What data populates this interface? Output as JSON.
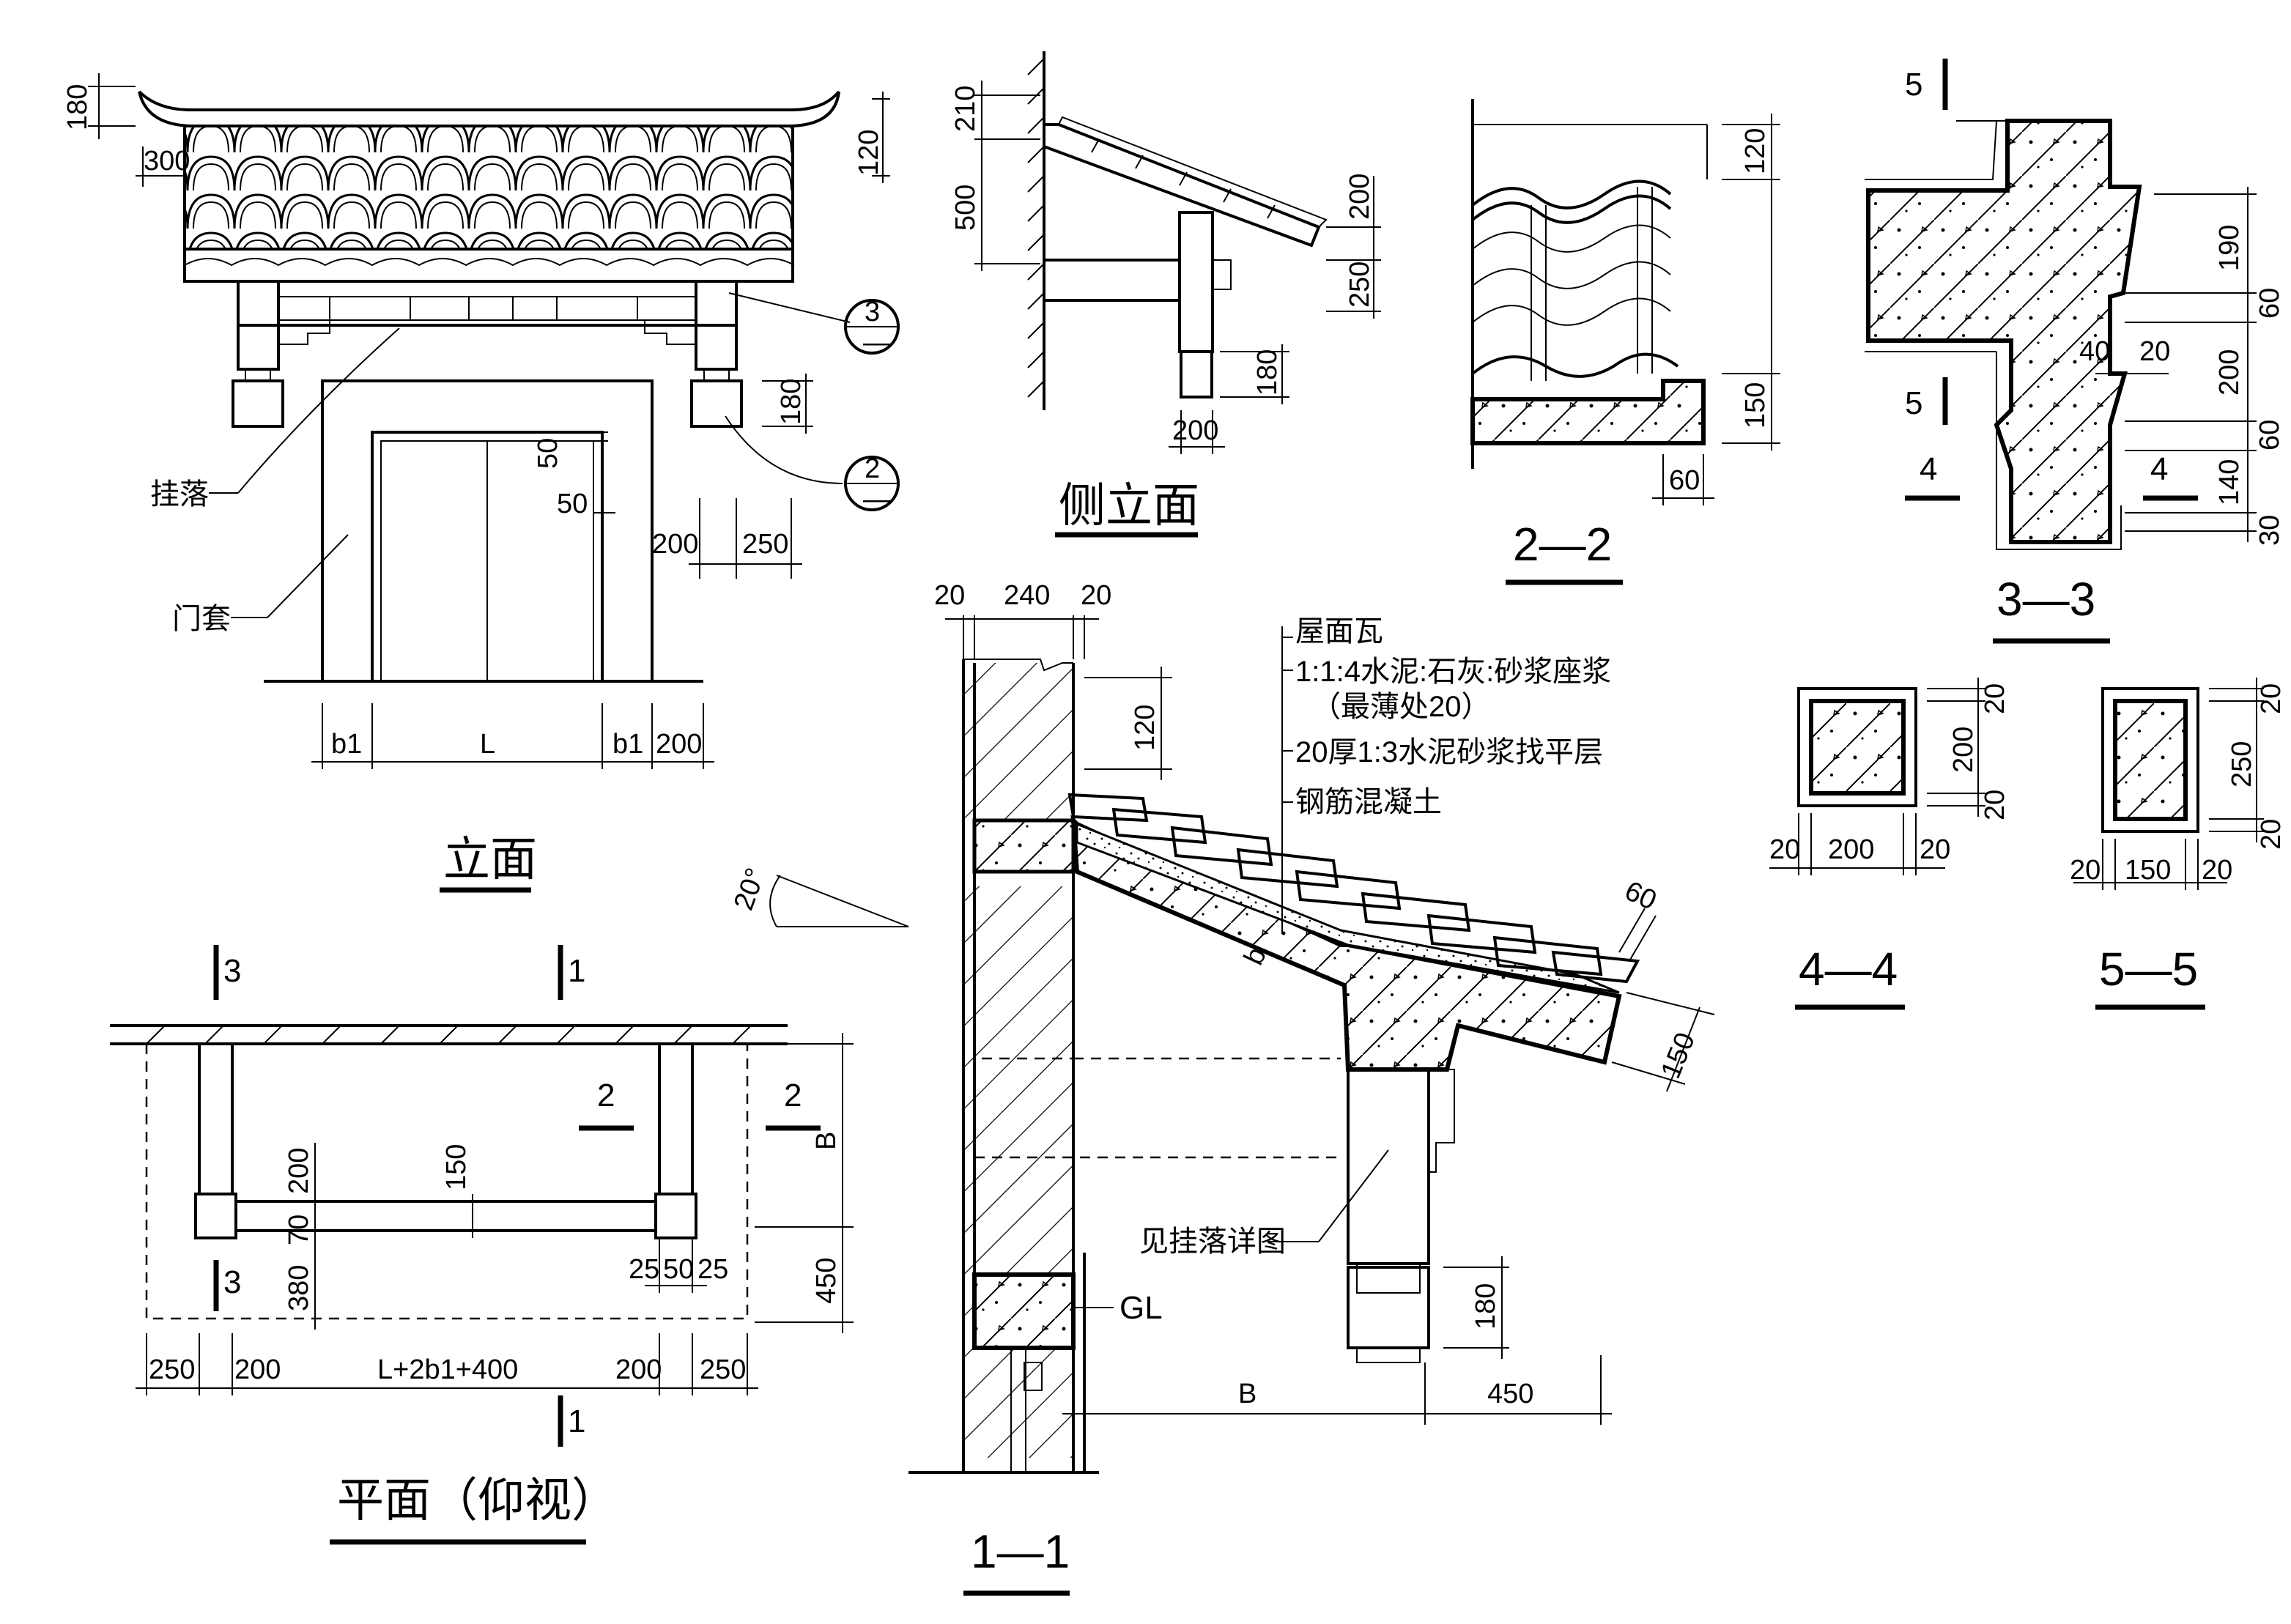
{
  "elevation": {
    "title": "立面",
    "dims": {
      "d180": "180",
      "d300": "300",
      "d120": "120",
      "d180b": "180",
      "d50a": "50",
      "d50b": "50",
      "d200": "200",
      "d250": "250",
      "b1a": "b1",
      "L": "L",
      "b1b": "b1",
      "d200b": "200"
    },
    "labels": {
      "hanging": "挂落",
      "door_frame": "门套"
    },
    "callouts": [
      {
        "num": "3",
        "sub": "—"
      },
      {
        "num": "2",
        "sub": "—"
      }
    ]
  },
  "side_elevation": {
    "title": "侧立面",
    "dims": {
      "d210": "210",
      "d500": "500",
      "d200": "200",
      "d250": "250",
      "d180": "180",
      "d200b": "200"
    }
  },
  "plan": {
    "title": "平面（仰视）",
    "cut_marks": {
      "a": "3",
      "b": "1",
      "c": "2",
      "d": "2",
      "e": "3",
      "f": "1"
    },
    "dims": {
      "B": "B",
      "d450": "450",
      "d200": "200",
      "d150": "150",
      "d70": "70",
      "d380": "380",
      "d25a": "25",
      "d50": "50",
      "d25b": "25",
      "b250a": "250",
      "b200a": "200",
      "bL": "L+2b1+400",
      "b200b": "200",
      "b250b": "250"
    }
  },
  "section_1_1": {
    "title": "1—1",
    "dims": {
      "d20a": "20",
      "d240": "240",
      "d20b": "20",
      "d120": "120",
      "d60": "60",
      "d150": "150",
      "d180": "180",
      "B": "B",
      "d450": "450",
      "b": "b",
      "angle": "20°"
    },
    "layers": [
      "屋面瓦",
      "1:1:4水泥:石灰:砂浆座浆",
      "（最薄处20）",
      "20厚1:3水泥砂浆找平层",
      "钢筋混凝土"
    ],
    "notes": {
      "detail": "见挂落详图",
      "gl": "GL"
    }
  },
  "section_2_2": {
    "title": "2—2",
    "dims": {
      "d120": "120",
      "d150": "150",
      "d60": "60"
    }
  },
  "section_3_3": {
    "title": "3—3",
    "cut_marks": {
      "a": "5",
      "b": "5",
      "c": "4",
      "d": "4"
    },
    "dims": {
      "d190": "190",
      "d60a": "60",
      "d40": "40",
      "d20": "20",
      "d200": "200",
      "d60b": "60",
      "d140": "140",
      "d30": "30"
    }
  },
  "section_4_4": {
    "title": "4—4",
    "dims": {
      "d20a": "20",
      "d200v": "200",
      "d20b": "20",
      "d20c": "20",
      "d200h": "200",
      "d20d": "20"
    }
  },
  "section_5_5": {
    "title": "5—5",
    "dims": {
      "d20a": "20",
      "d250": "250",
      "d20b": "20",
      "d20c": "20",
      "d150": "150",
      "d20d": "20"
    }
  }
}
